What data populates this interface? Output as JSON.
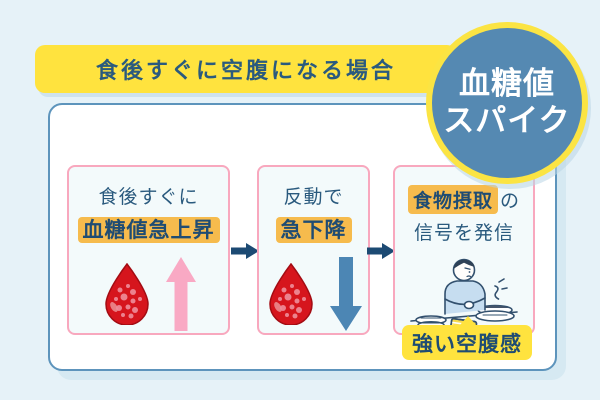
{
  "banner": {
    "title": "食後すぐに空腹になる場合",
    "bg": "#FFE33E",
    "text_color": "#2A5A7E"
  },
  "badge": {
    "line1": "血糖値",
    "line2": "スパイク",
    "bg": "#5589B2",
    "ring": "#FBE443",
    "text_color": "#FFFFFF"
  },
  "flow": {
    "steps": [
      {
        "line1": "食後すぐに",
        "highlight": "血糖値急上昇",
        "icons": [
          "blood-drop-icon",
          "arrow-up-icon"
        ]
      },
      {
        "line1": "反動で",
        "highlight": "急下降",
        "icons": [
          "blood-drop-icon",
          "arrow-down-icon"
        ]
      },
      {
        "highlight": "食物摂取",
        "suffix": "の",
        "line2": "信号を発信",
        "icons": [
          "hungry-person-icon"
        ]
      }
    ],
    "connector_icon": "right-arrow-icon",
    "bubble": {
      "label": "強い空腹感",
      "bg": "#FFE33E"
    }
  },
  "colors": {
    "background": "#E6F2F8",
    "highlight_bg": "#F6BB4D",
    "text_navy": "#2A5A7E",
    "card_border_pink": "#F8A8BE",
    "card_bg": "#F3FAFB",
    "panel_border": "#5D94BC",
    "panel_shadow": "#D6E9F2",
    "arrow_pink": "#F9A9C4",
    "arrow_blue": "#4C86B4",
    "connector_navy": "#1C4A73",
    "blood_red": "#D6151D"
  }
}
